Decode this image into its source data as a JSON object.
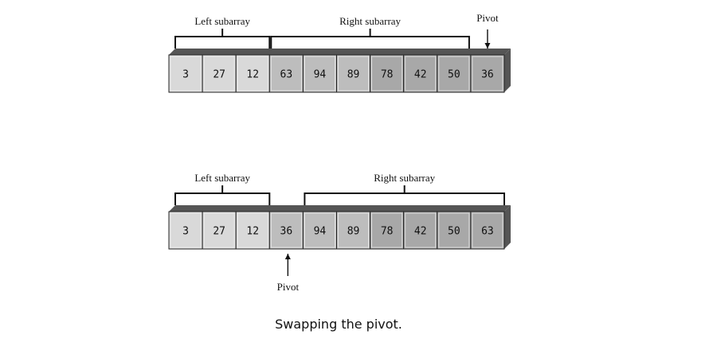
{
  "diagrams": [
    {
      "values": [
        "3",
        "27",
        "12",
        "63",
        "94",
        "89",
        "78",
        "42",
        "50",
        "36"
      ],
      "left_label": "Left subarray",
      "right_label": "Right subarray",
      "pivot_label": "Pivot",
      "left_range": [
        0,
        2
      ],
      "right_range": [
        3,
        8
      ],
      "pivot_index": 9,
      "pivot_position": "above"
    },
    {
      "values": [
        "3",
        "27",
        "12",
        "36",
        "94",
        "89",
        "78",
        "42",
        "50",
        "63"
      ],
      "left_label": "Left subarray",
      "right_label": "Right subarray",
      "pivot_label": "Pivot",
      "left_range": [
        0,
        2
      ],
      "right_range": [
        4,
        9
      ],
      "pivot_index": 3,
      "pivot_position": "below"
    }
  ],
  "caption": "Swapping the pivot.",
  "colors": {
    "cell_light": "#d9d9d9",
    "cell_mid": "#bdbdbd",
    "cell_dark": "#a8a8a8",
    "bar_shadow": "#555555",
    "border": "#222222"
  }
}
